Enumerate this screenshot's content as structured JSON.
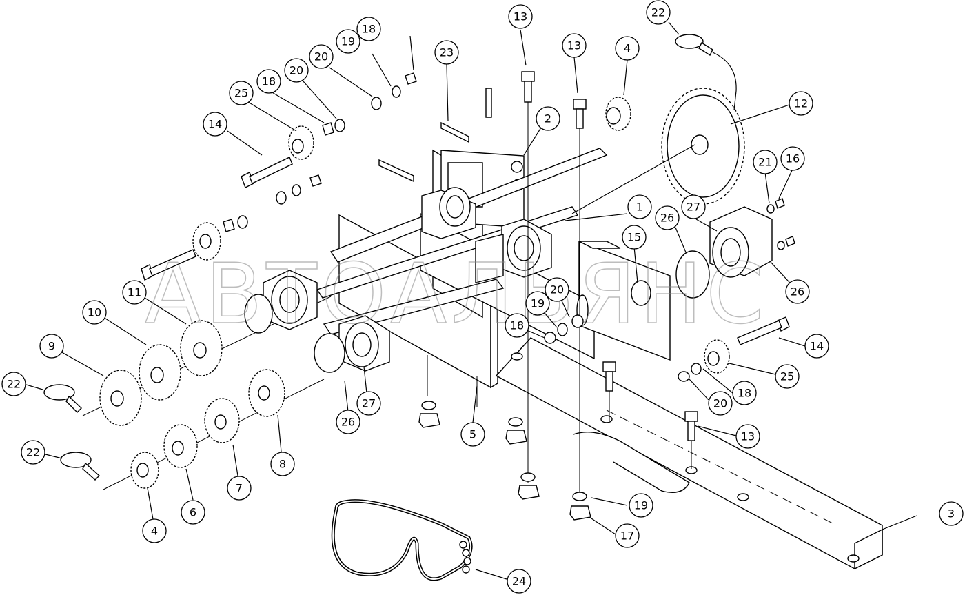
{
  "watermark": "АВТОАЛЬЯНС",
  "callouts": [
    {
      "id": "c13a",
      "label": "13"
    },
    {
      "id": "c22a",
      "label": "22"
    },
    {
      "id": "c18a",
      "label": "18"
    },
    {
      "id": "c23",
      "label": "23"
    },
    {
      "id": "c13b",
      "label": "13"
    },
    {
      "id": "c4a",
      "label": "4"
    },
    {
      "id": "c19a",
      "label": "19"
    },
    {
      "id": "c20a",
      "label": "20"
    },
    {
      "id": "c12",
      "label": "12"
    },
    {
      "id": "c18b",
      "label": "18"
    },
    {
      "id": "c20b",
      "label": "20"
    },
    {
      "id": "c25a",
      "label": "25"
    },
    {
      "id": "c2",
      "label": "2"
    },
    {
      "id": "c14a",
      "label": "14"
    },
    {
      "id": "c21",
      "label": "21"
    },
    {
      "id": "c16",
      "label": "16"
    },
    {
      "id": "c27a",
      "label": "27"
    },
    {
      "id": "c1",
      "label": "1"
    },
    {
      "id": "c26a",
      "label": "26"
    },
    {
      "id": "c15",
      "label": "15"
    },
    {
      "id": "c11",
      "label": "11"
    },
    {
      "id": "c26b",
      "label": "26"
    },
    {
      "id": "c10",
      "label": "10"
    },
    {
      "id": "c20c",
      "label": "20"
    },
    {
      "id": "c19b",
      "label": "19"
    },
    {
      "id": "c18c",
      "label": "18"
    },
    {
      "id": "c9",
      "label": "9"
    },
    {
      "id": "c14b",
      "label": "14"
    },
    {
      "id": "c22b",
      "label": "22"
    },
    {
      "id": "c25b",
      "label": "25"
    },
    {
      "id": "c18d",
      "label": "18"
    },
    {
      "id": "c20d",
      "label": "20"
    },
    {
      "id": "c27b",
      "label": "27"
    },
    {
      "id": "c26c",
      "label": "26"
    },
    {
      "id": "c5",
      "label": "5"
    },
    {
      "id": "c8",
      "label": "8"
    },
    {
      "id": "c13c",
      "label": "13"
    },
    {
      "id": "c22c",
      "label": "22"
    },
    {
      "id": "c7",
      "label": "7"
    },
    {
      "id": "c6",
      "label": "6"
    },
    {
      "id": "c19c",
      "label": "19"
    },
    {
      "id": "c4b",
      "label": "4"
    },
    {
      "id": "c17",
      "label": "17"
    },
    {
      "id": "c3",
      "label": "3"
    },
    {
      "id": "c24",
      "label": "24"
    }
  ]
}
